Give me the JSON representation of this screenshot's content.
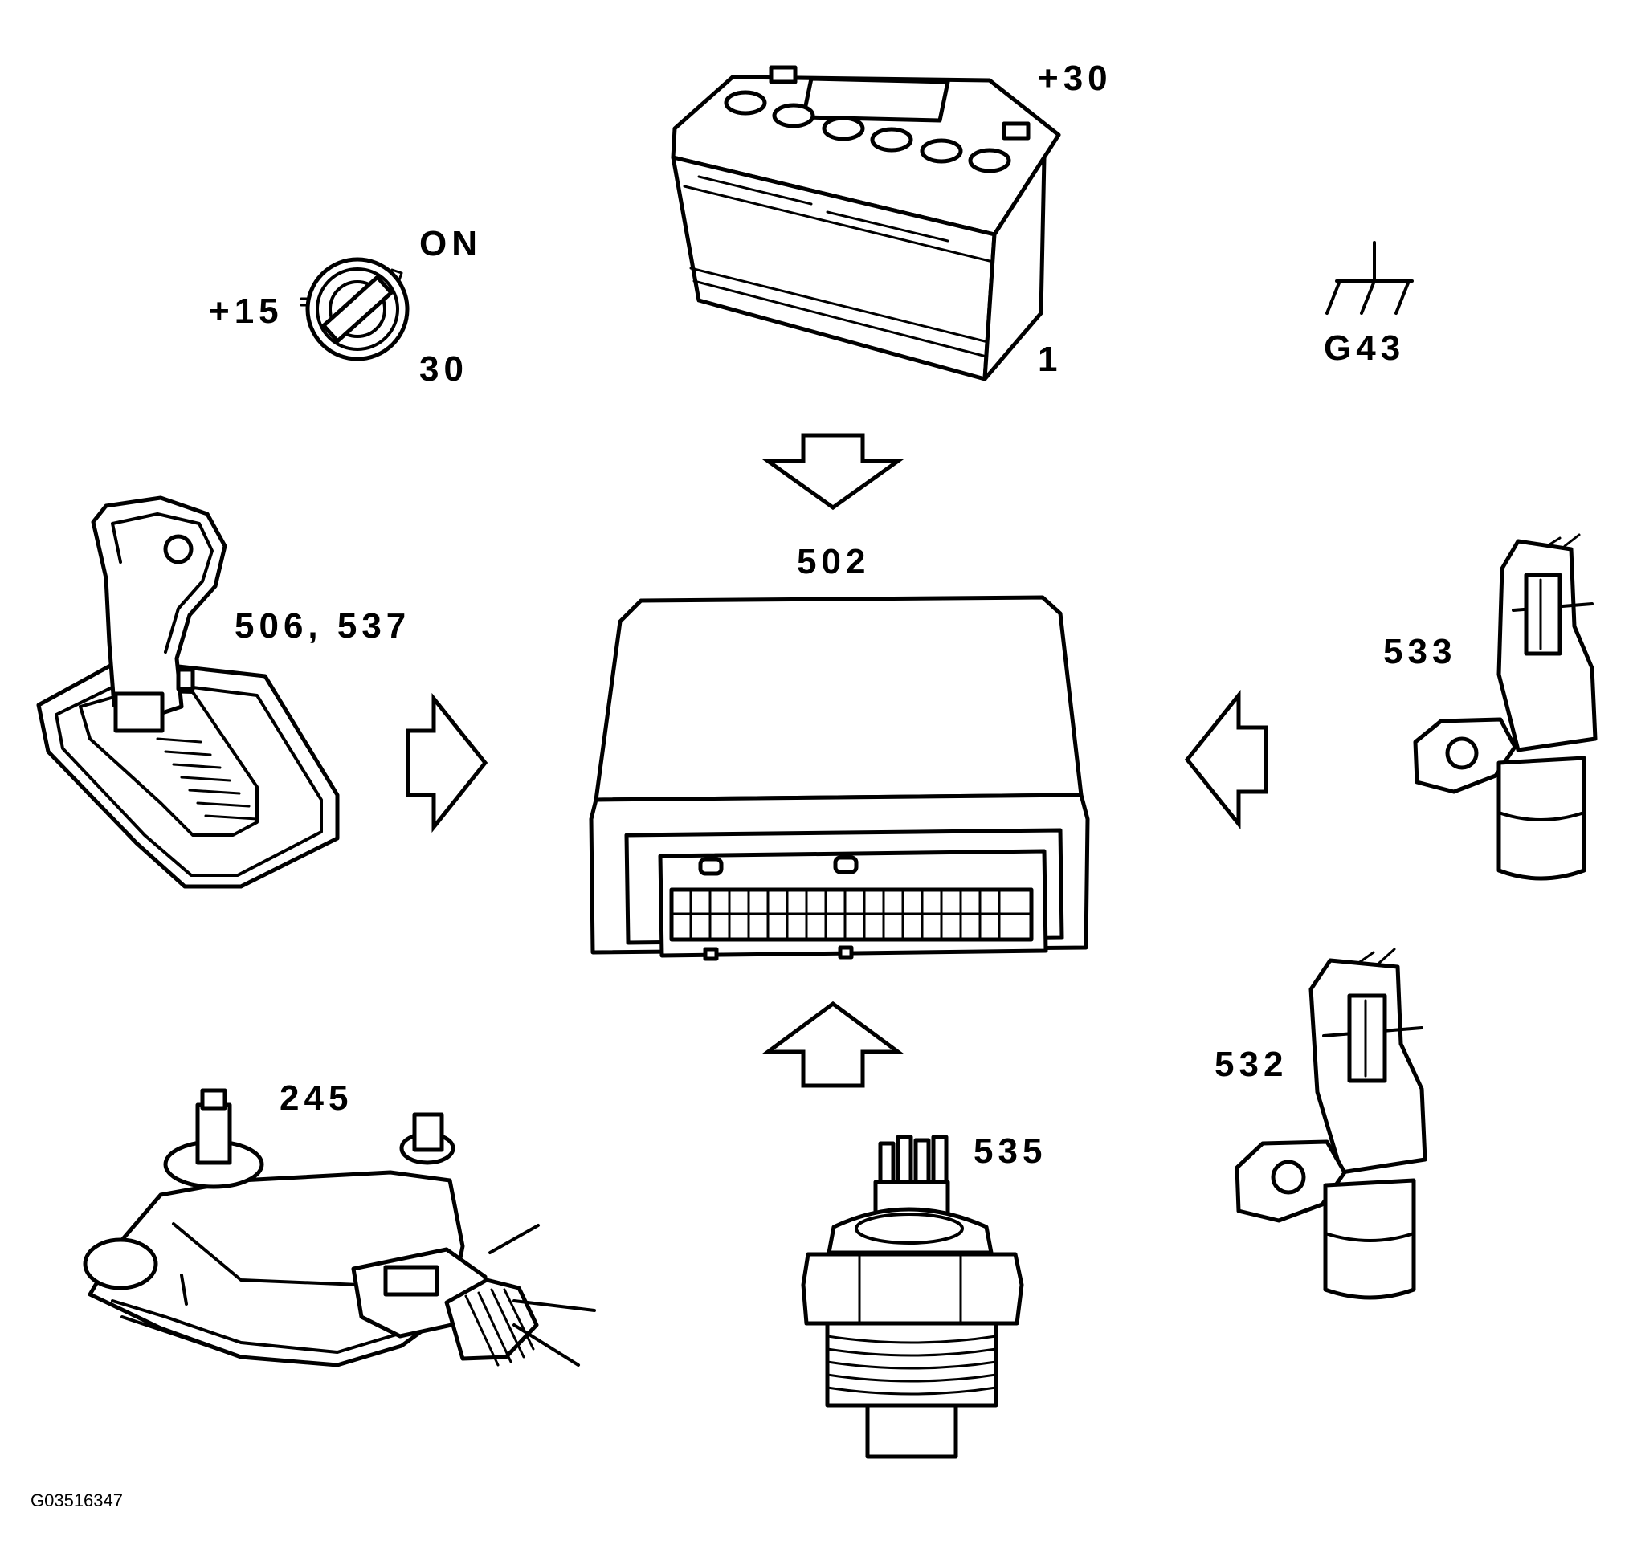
{
  "figure_id": "G03516347",
  "labels": {
    "battery_terminal": "+30",
    "battery_number": "1",
    "ignition_on": "ON",
    "ignition_terminal_15": "+15",
    "ignition_terminal_30": "30",
    "ground_point": "G43",
    "control_module": "502",
    "selector_lever": "506, 537",
    "speed_sensor_upper": "533",
    "speed_sensor_lower": "532",
    "range_switch": "245",
    "temperature_sensor": "535"
  }
}
